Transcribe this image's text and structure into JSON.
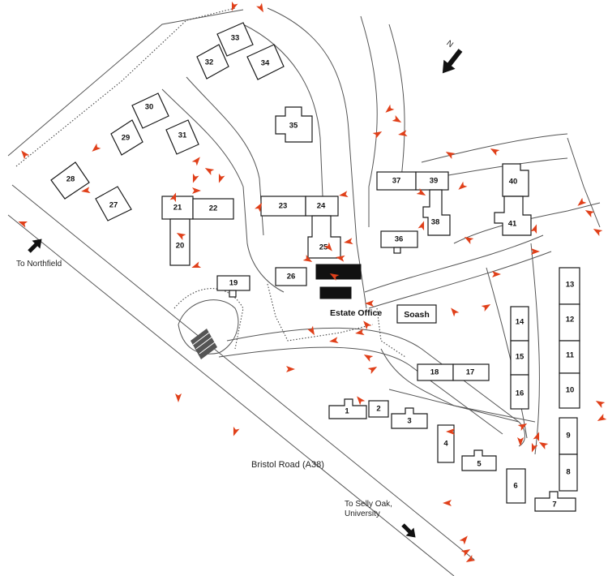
{
  "map": {
    "north_label": "N",
    "road_label": "Bristol Road (A38)",
    "northfield_label": "To Northfield",
    "selly_oak_label_line1": "To Selly Oak,",
    "selly_oak_label_line2": "University",
    "estate_office_label": "Estate Office",
    "soash_label": "Soash",
    "marker_color": "#e0401a"
  },
  "buildings": {
    "b1": "1",
    "b2": "2",
    "b3": "3",
    "b4": "4",
    "b5": "5",
    "b6": "6",
    "b7": "7",
    "b8": "8",
    "b9": "9",
    "b10": "10",
    "b11": "11",
    "b12": "12",
    "b13": "13",
    "b14": "14",
    "b15": "15",
    "b16": "16",
    "b17": "17",
    "b18": "18",
    "b19": "19",
    "b20": "20",
    "b21": "21",
    "b22": "22",
    "b23": "23",
    "b24": "24",
    "b25": "25",
    "b26": "26",
    "b27": "27",
    "b28": "28",
    "b29": "29",
    "b30": "30",
    "b31": "31",
    "b32": "32",
    "b33": "33",
    "b34": "34",
    "b35": "35",
    "b36": "36",
    "b37": "37",
    "b38": "38",
    "b39": "39",
    "b40": "40",
    "b41": "41"
  }
}
